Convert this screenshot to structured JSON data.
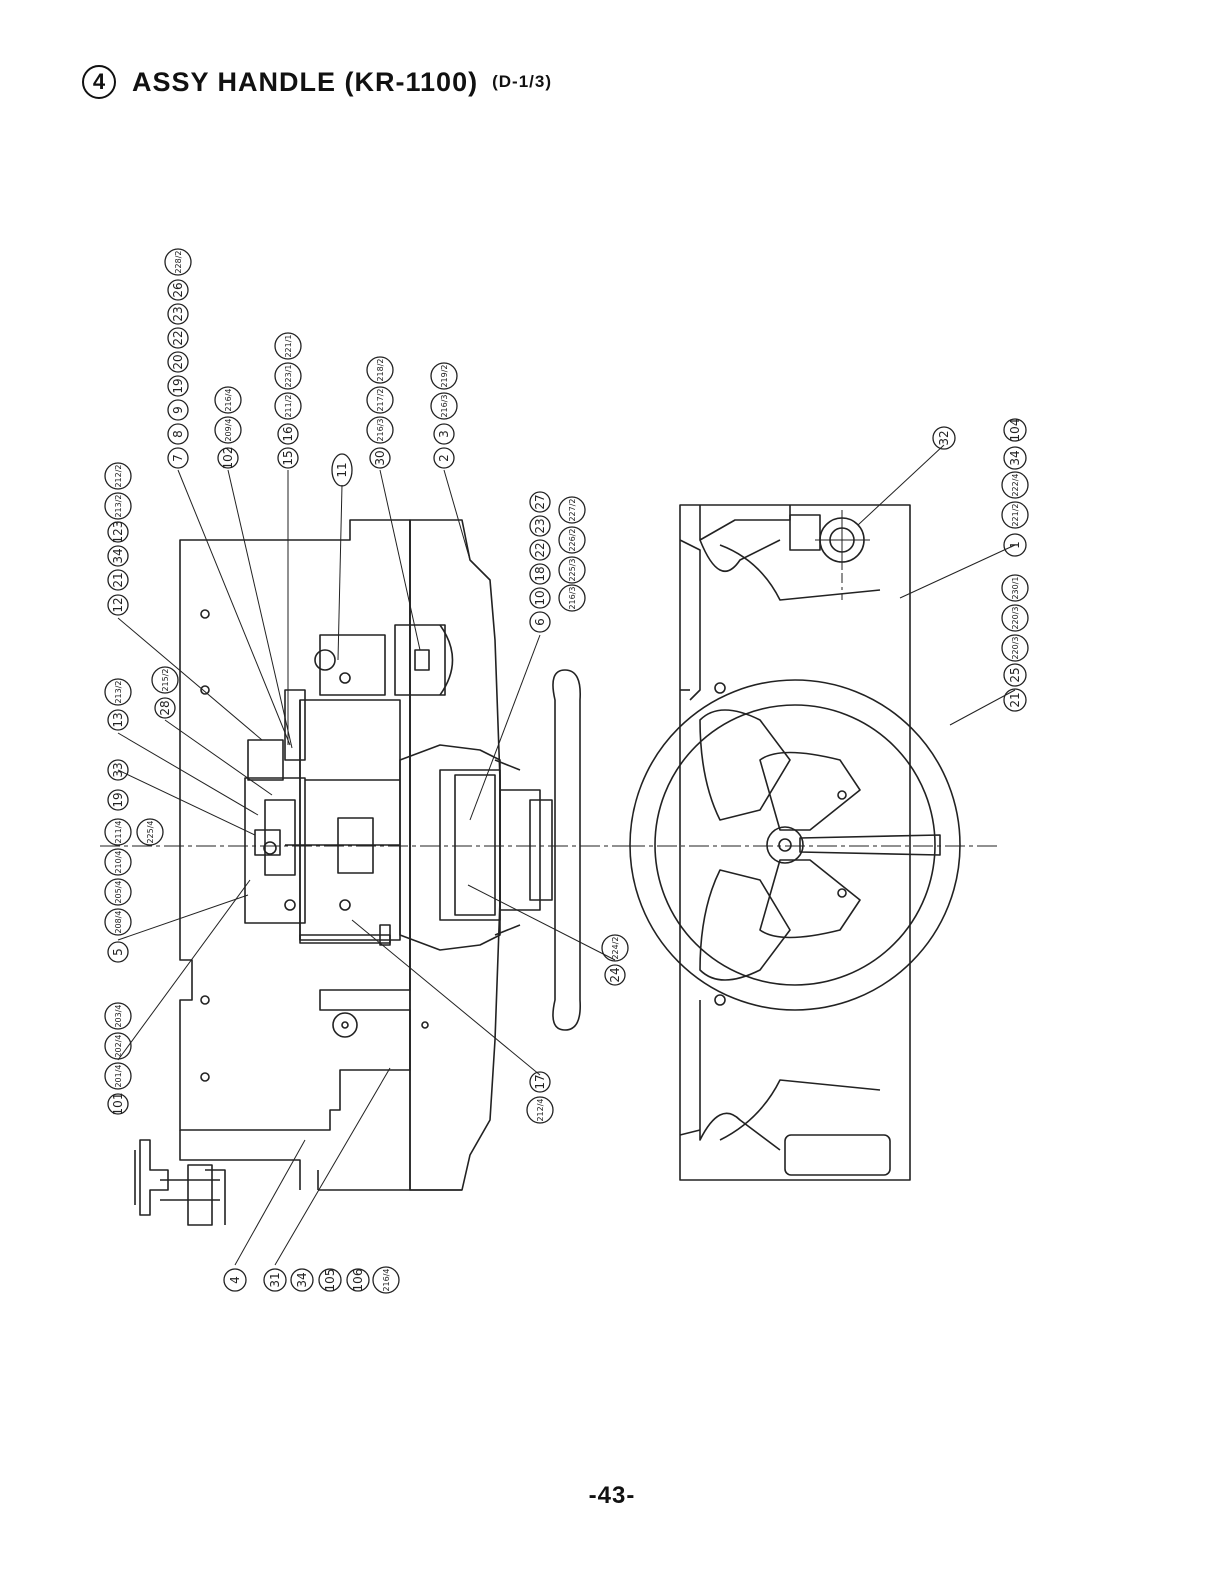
{
  "header": {
    "section_number": "4",
    "title": "ASSY HANDLE (KR-1100)",
    "subtitle": "(D-1/3)"
  },
  "page_number": "-43-",
  "callouts": {
    "top_column_a": [
      "7",
      "8",
      "9",
      "19",
      "20",
      "22",
      "23",
      "26",
      "228/2"
    ],
    "top_column_b": [
      "102",
      "209/4",
      "216/4"
    ],
    "top_column_c": [
      "15",
      "16",
      "211/2",
      "223/1",
      "221/1"
    ],
    "top_column_d": [
      "11"
    ],
    "top_column_e": [
      "30",
      "216/3",
      "217/2",
      "218/2"
    ],
    "top_column_f": [
      "2",
      "3",
      "216/3",
      "219/2"
    ],
    "row_12": [
      "12",
      "21",
      "34",
      "123",
      "213/2",
      "212/2"
    ],
    "row_13": [
      "13",
      "213/2"
    ],
    "row_28": [
      "28",
      "215/2"
    ],
    "row_33": [
      "19",
      "33"
    ],
    "row_5": [
      "5",
      "208/4",
      "205/4",
      "210/4",
      "211/4",
      "225/4"
    ],
    "row_101": [
      "101",
      "201/4",
      "202/4",
      "203/4"
    ],
    "row_6": [
      "6",
      "10",
      "18",
      "22",
      "23",
      "27",
      "216/3",
      "225/3",
      "226/2",
      "227/2"
    ],
    "row_24": [
      "24",
      "224/2"
    ],
    "row_17": [
      "17",
      "212/4"
    ],
    "bottom_left": [
      "4",
      "31",
      "34",
      "105",
      "106",
      "216/4"
    ],
    "right_32": [
      "32"
    ],
    "right_row": [
      "21",
      "25",
      "220/3",
      "220/3",
      "230/1",
      "1",
      "221/2",
      "222/4",
      "34",
      "104"
    ]
  }
}
